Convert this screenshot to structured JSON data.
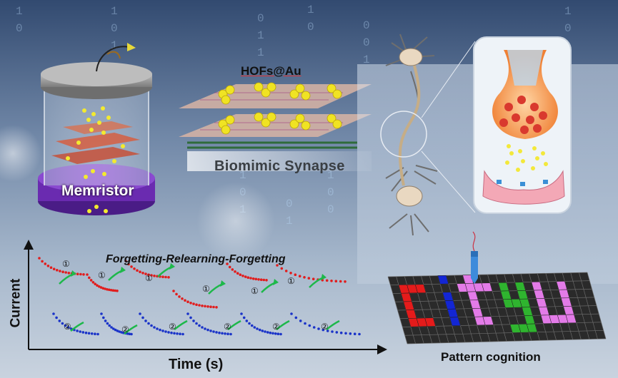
{
  "labels": {
    "memristor": "Memristor",
    "hofs": "HOFs@Au",
    "synapse": "Biomimic Synapse",
    "curve_title": "Forgetting-Relearning-Forgetting",
    "y_axis": "Current",
    "x_axis": "Time (s)",
    "pattern": "Pattern cognition"
  },
  "markers": {
    "series1": "①",
    "series2": "②"
  },
  "colors": {
    "series1": "#e11d1d",
    "series2": "#1a33c8",
    "arrow": "#1db84a",
    "membrane": "#d9c8ef",
    "base": "#6a2bb0",
    "grid_red": "#e51b1b",
    "grid_blue": "#1326d4",
    "grid_pink": "#e37be8",
    "grid_green": "#2fb42f"
  },
  "pattern_word": "CITYU"
}
